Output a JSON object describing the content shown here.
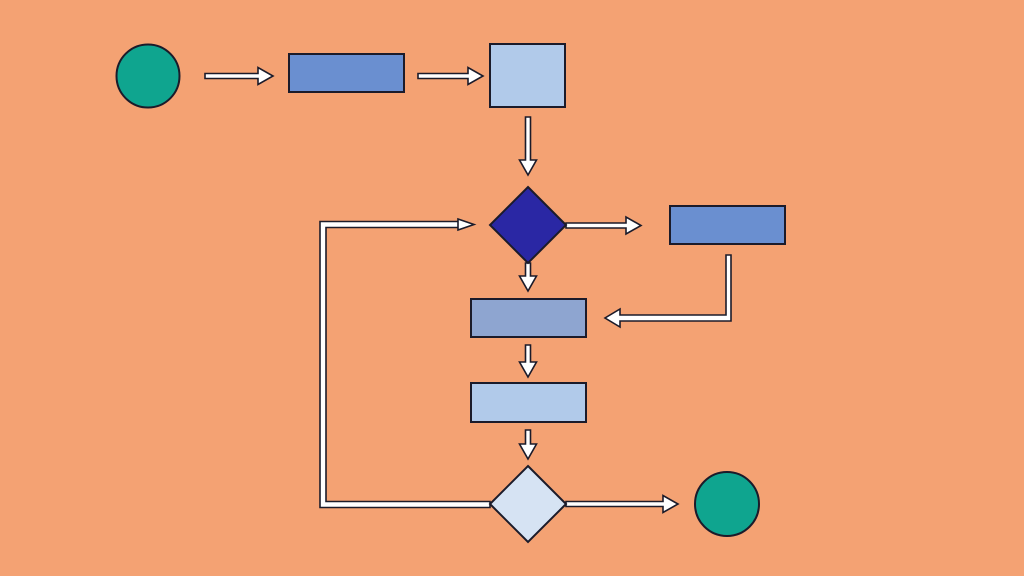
{
  "colors": {
    "background": "#f4a273",
    "terminal": "#0fa58f",
    "process_mid": "#6a8fd0",
    "process_light": "#b1caea",
    "process_muted": "#8ea5d0",
    "decision_dark": "#2a27a4",
    "decision_light": "#d6e3f3",
    "outline": "#1b1b2a",
    "arrow_fill": "#ffffff"
  },
  "diagram": {
    "type": "flowchart",
    "nodes": [
      {
        "id": "start",
        "shape": "circle",
        "role": "start-terminal",
        "color": "#0fa58f"
      },
      {
        "id": "process-1",
        "shape": "rectangle",
        "color": "#6a8fd0"
      },
      {
        "id": "process-2",
        "shape": "square",
        "color": "#b1caea"
      },
      {
        "id": "decision-1",
        "shape": "diamond",
        "color": "#2a27a4"
      },
      {
        "id": "process-branch",
        "shape": "rectangle",
        "color": "#6a8fd0"
      },
      {
        "id": "process-3",
        "shape": "rectangle",
        "color": "#8ea5d0"
      },
      {
        "id": "process-4",
        "shape": "rectangle",
        "color": "#b1caea"
      },
      {
        "id": "decision-2",
        "shape": "diamond",
        "color": "#d6e3f3"
      },
      {
        "id": "end",
        "shape": "circle",
        "role": "end-terminal",
        "color": "#0fa58f"
      }
    ],
    "edges": [
      {
        "from": "start",
        "to": "process-1"
      },
      {
        "from": "process-1",
        "to": "process-2"
      },
      {
        "from": "process-2",
        "to": "decision-1"
      },
      {
        "from": "decision-1",
        "to": "process-branch"
      },
      {
        "from": "decision-1",
        "to": "process-3"
      },
      {
        "from": "process-branch",
        "to": "process-3"
      },
      {
        "from": "process-3",
        "to": "process-4"
      },
      {
        "from": "process-4",
        "to": "decision-2"
      },
      {
        "from": "decision-2",
        "to": "end"
      },
      {
        "from": "decision-2",
        "to": "decision-1",
        "kind": "loop-back"
      }
    ]
  }
}
